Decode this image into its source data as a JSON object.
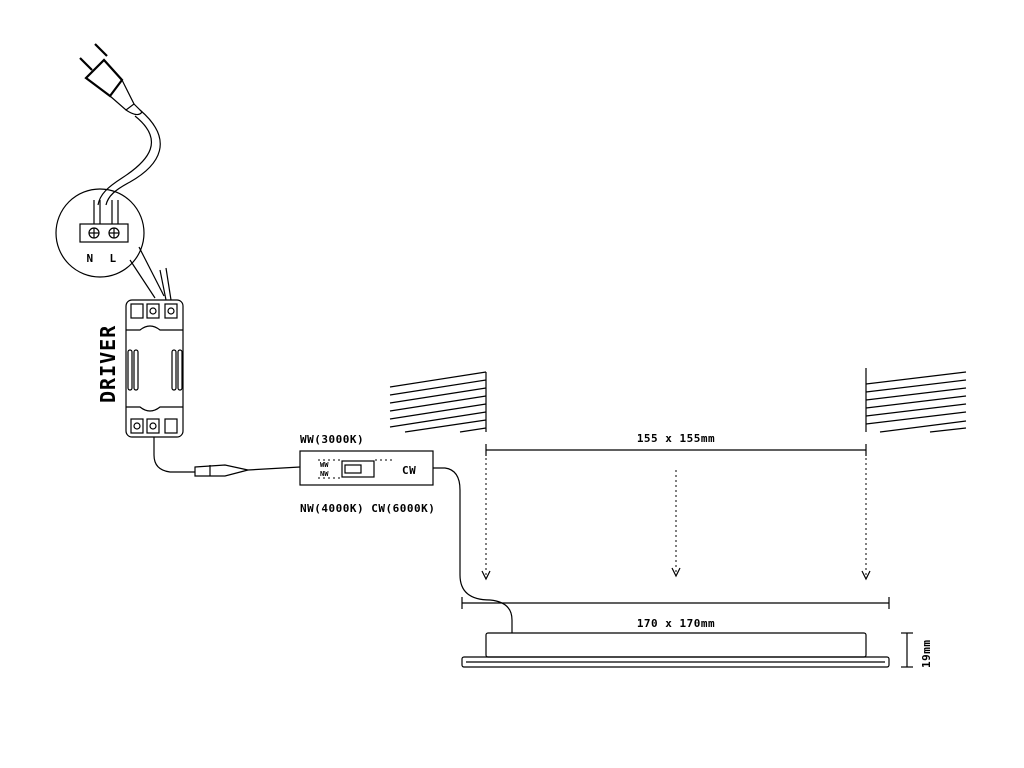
{
  "terminal": {
    "n_label": "N",
    "l_label": "L"
  },
  "driver": {
    "label": "DRIVER"
  },
  "switch": {
    "top_label": "WW(3000K)",
    "bottom_label": "NW(4000K) CW(6000K)",
    "inner_ww": "WW",
    "inner_nw": "NW",
    "inner_cw": "CW"
  },
  "dimensions": {
    "cutout": "155 x 155mm",
    "panel": "170 x 170mm",
    "height": "19mm"
  }
}
